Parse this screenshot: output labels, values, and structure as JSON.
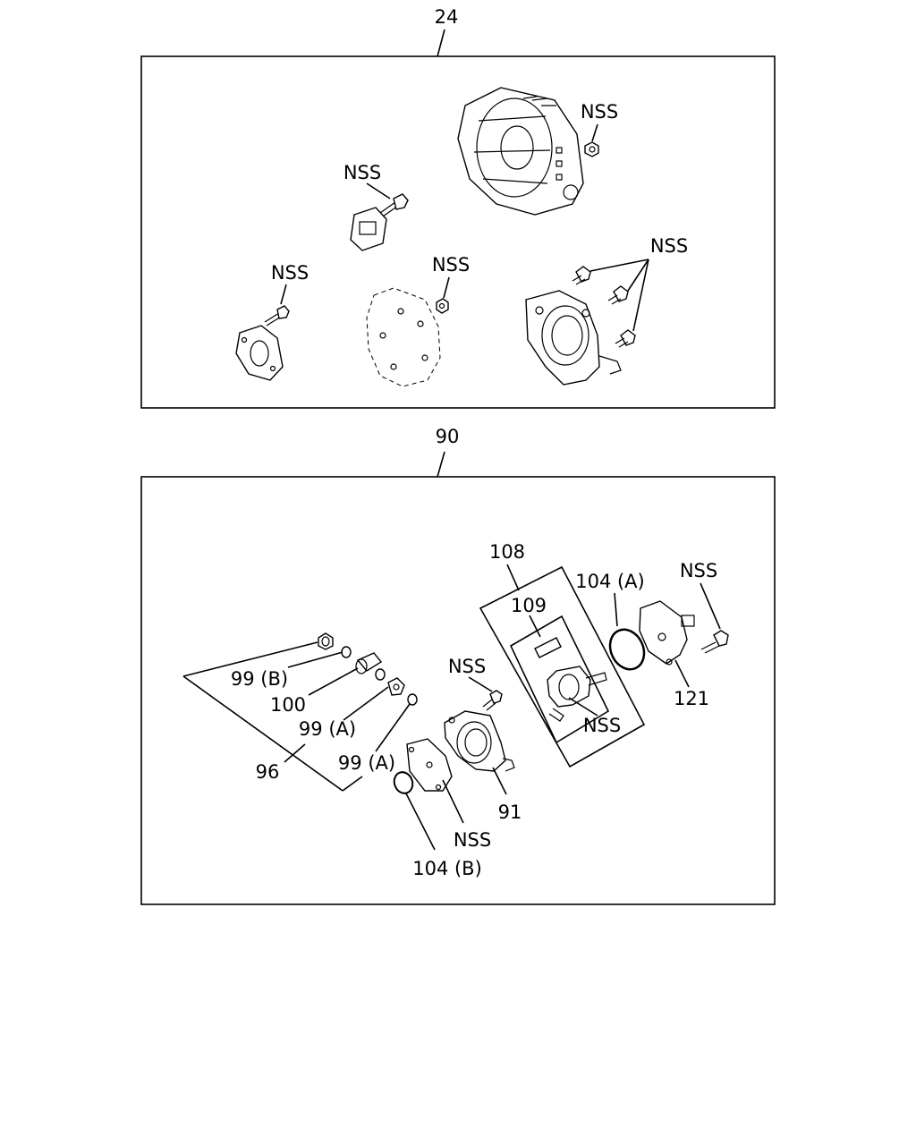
{
  "panel_top": {
    "ref": "24",
    "labels": {
      "nss_rear": "NSS",
      "nss_terminal": "NSS",
      "nss_nut": "NSS",
      "nss_plate": "NSS",
      "nss_bolts": "NSS"
    }
  },
  "panel_bottom": {
    "ref": "90",
    "labels": {
      "l108": "108",
      "l109": "109",
      "l104a": "104 (A)",
      "nss_right": "NSS",
      "l121": "121",
      "nss_brush": "NSS",
      "nss_bolt": "NSS",
      "l99b": "99 (B)",
      "l100": "100",
      "l99a1": "99 (A)",
      "l96": "96",
      "l99a2": "99 (A)",
      "l91": "91",
      "nss_cover": "NSS",
      "l104b": "104 (B)"
    }
  }
}
